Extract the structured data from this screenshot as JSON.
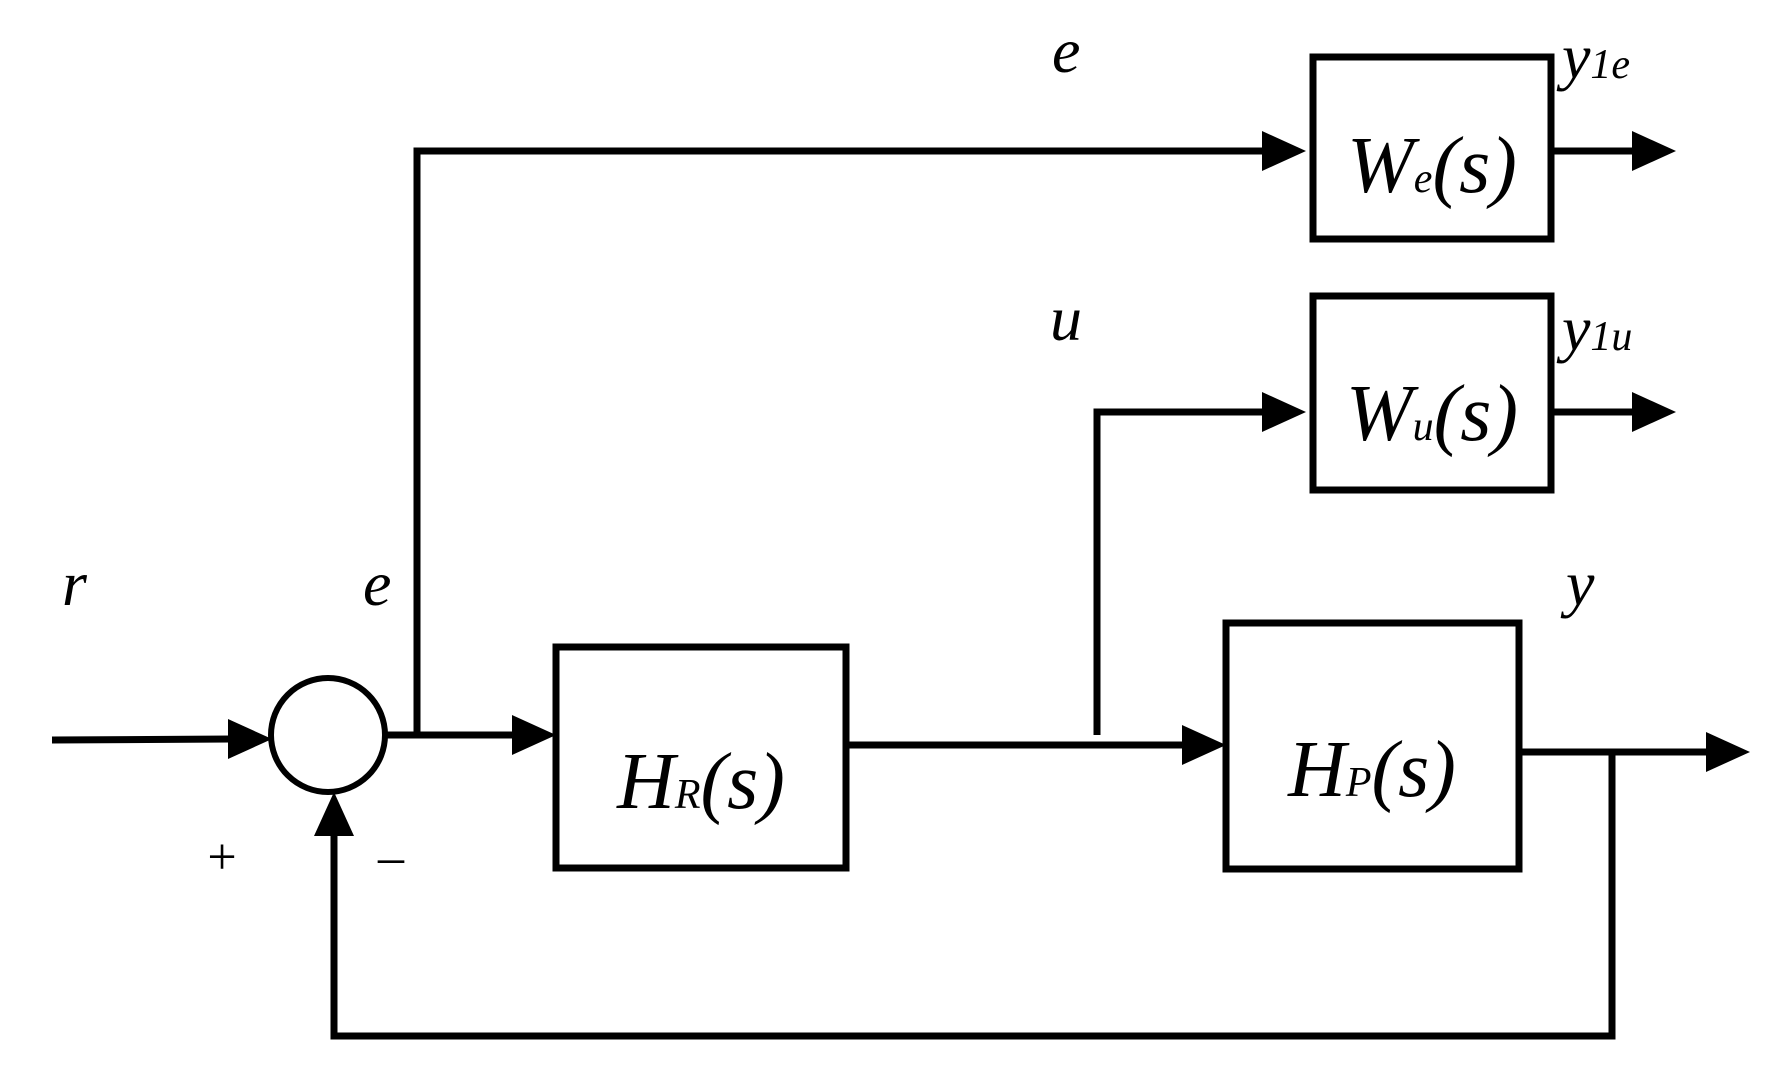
{
  "signals": {
    "r": "r",
    "e_sum": "e",
    "e_top": "e",
    "u": "u",
    "y": "y",
    "y1e_main": "y",
    "y1e_sub": "1e",
    "y1u_main": "y",
    "y1u_sub": "1u"
  },
  "signs": {
    "plus": "+",
    "minus": "–"
  },
  "blocks": {
    "controller": {
      "main": "H",
      "sub": "R",
      "arg": "(s)"
    },
    "plant": {
      "main": "H",
      "sub": "P",
      "arg": "(s)"
    },
    "weight_e": {
      "main": "W",
      "sub": "e",
      "arg": "(s)"
    },
    "weight_u": {
      "main": "W",
      "sub": "u",
      "arg": "(s)"
    }
  },
  "colors": {
    "line": "#000000",
    "background": "#ffffff"
  }
}
